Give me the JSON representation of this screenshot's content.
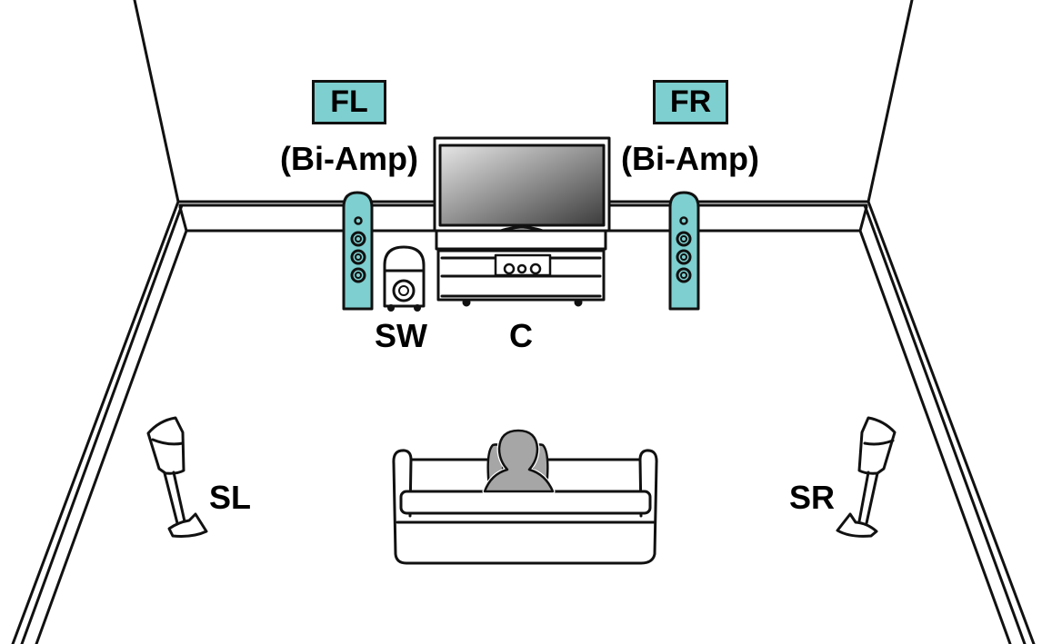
{
  "title": "Speaker layout: 5.1-channel with Bi-Amp front speakers",
  "colors": {
    "speaker_accent": "#7ecfcf",
    "line": "#111111",
    "person": "#a6a6a6"
  },
  "speakers": {
    "front_left": {
      "tag": "FL",
      "note": "(Bi-Amp)"
    },
    "front_right": {
      "tag": "FR",
      "note": "(Bi-Amp)"
    },
    "subwoofer": {
      "label": "SW"
    },
    "center": {
      "label": "C"
    },
    "surround_left": {
      "label": "SL"
    },
    "surround_right": {
      "label": "SR"
    }
  },
  "objects": [
    "tv",
    "tv-stand",
    "sofa",
    "listener"
  ]
}
